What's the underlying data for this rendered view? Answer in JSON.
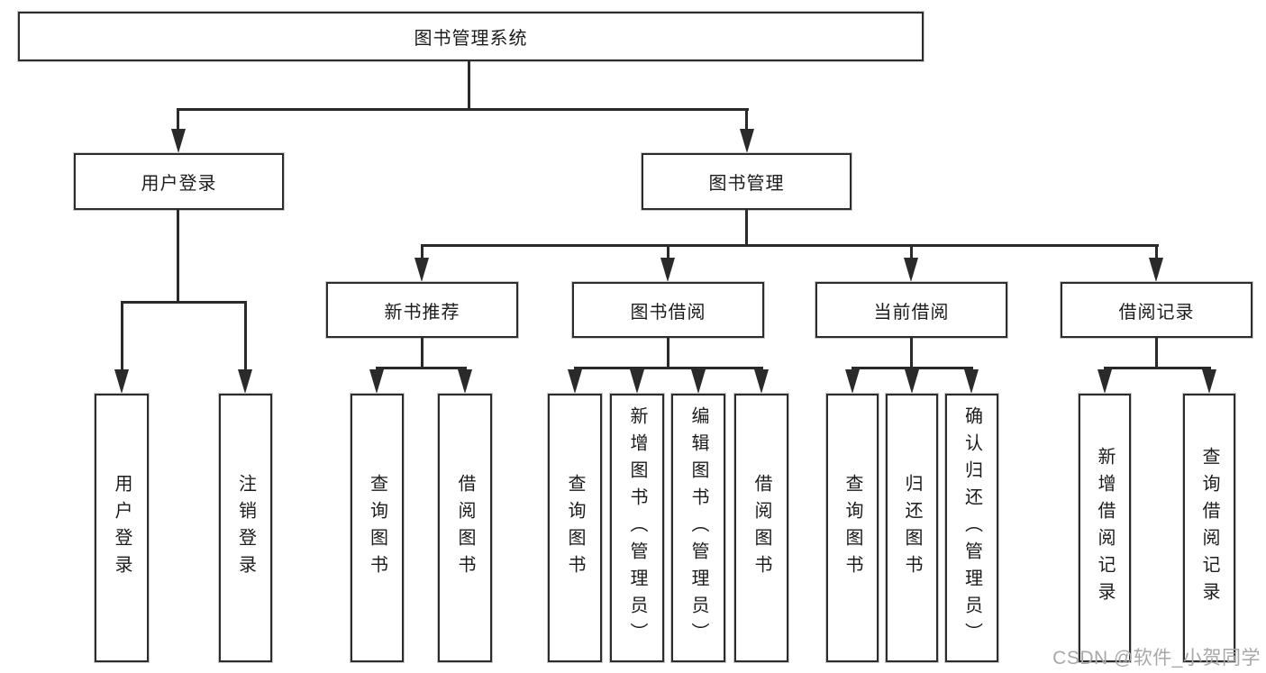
{
  "diagram": {
    "root": {
      "label": "图书管理系统"
    },
    "level2": [
      {
        "label": "用户登录"
      },
      {
        "label": "图书管理"
      }
    ],
    "level3": [
      {
        "label": "新书推荐"
      },
      {
        "label": "图书借阅"
      },
      {
        "label": "当前借阅"
      },
      {
        "label": "借阅记录"
      }
    ],
    "leaves": [
      {
        "parent": "用户登录",
        "label": "用户登录"
      },
      {
        "parent": "用户登录",
        "label": "注销登录"
      },
      {
        "parent": "新书推荐",
        "label": "查询图书"
      },
      {
        "parent": "新书推荐",
        "label": "借阅图书"
      },
      {
        "parent": "图书借阅",
        "label": "查询图书"
      },
      {
        "parent": "图书借阅",
        "label": "新增图书（管理员）"
      },
      {
        "parent": "图书借阅",
        "label": "编辑图书（管理员）"
      },
      {
        "parent": "图书借阅",
        "label": "借阅图书"
      },
      {
        "parent": "当前借阅",
        "label": "查询图书"
      },
      {
        "parent": "当前借阅",
        "label": "归还图书"
      },
      {
        "parent": "当前借阅",
        "label": "确认归还（管理员）"
      },
      {
        "parent": "借阅记录",
        "label": "新增借阅记录"
      },
      {
        "parent": "借阅记录",
        "label": "查询借阅记录"
      }
    ],
    "watermark": "CSDN @软件_小贺同学",
    "colors": {
      "background": "#ffffff",
      "line": "#2a2a2a",
      "border": "#2c2c2c",
      "text": "#1c1c1c",
      "watermark": "#a8a8a8"
    }
  }
}
